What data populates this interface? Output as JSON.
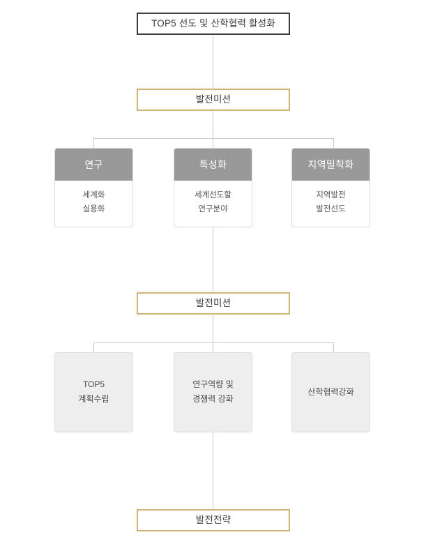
{
  "diagram": {
    "title_box": {
      "label": "TOP5 선도 및 산학협력 활성화"
    },
    "mission_banner_1": {
      "label": "발전미션"
    },
    "mission_banner_2": {
      "label": "발전미션"
    },
    "strategy_banner": {
      "label": "발전전략"
    },
    "pillars": [
      {
        "header": "연구",
        "lines": [
          "세계화",
          "실용화"
        ]
      },
      {
        "header": "특성화",
        "lines": [
          "세계선도할",
          "연구분야"
        ]
      },
      {
        "header": "지역밀착화",
        "lines": [
          "지역발전",
          "발전선도"
        ]
      }
    ],
    "strategies": [
      {
        "lines": [
          "TOP5",
          "계획수립"
        ]
      },
      {
        "lines": [
          "연구역량 및",
          "경쟁력 강화"
        ]
      },
      {
        "lines": [
          "산학협력강화"
        ]
      }
    ],
    "colors": {
      "title_border": "#3f3f3f",
      "banner_border": "#d2b377",
      "pillar_header_bg": "#999999",
      "pillar_header_text": "#ffffff",
      "tile_bg": "#eeeeee",
      "tile_border": "#dddddd",
      "connector": "#c9c9c9",
      "body_text": "#555555",
      "page_bg": "#ffffff"
    }
  }
}
